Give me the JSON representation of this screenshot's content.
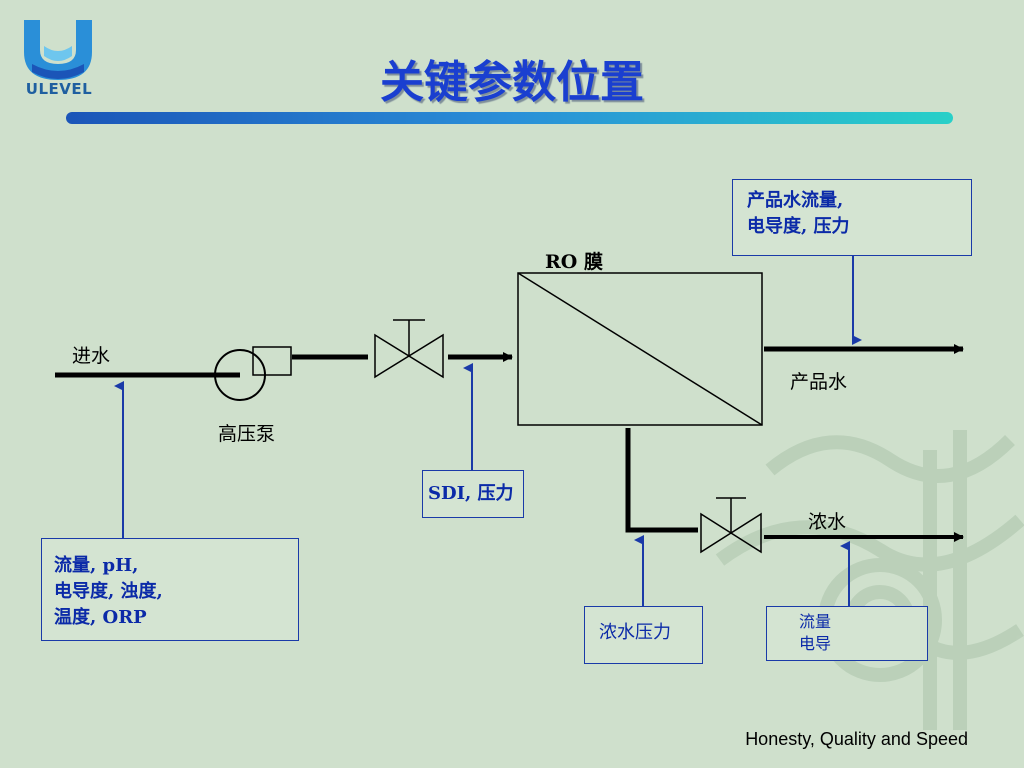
{
  "header": {
    "logo_text": "ULEVEL",
    "title": "关键参数位置"
  },
  "diagram": {
    "labels": {
      "inlet": "进水",
      "pump": "高压泵",
      "membrane": "RO 膜",
      "product": "产品水",
      "concentrate": "浓水"
    },
    "callouts": {
      "inlet_params": [
        "流量, pH,",
        "电导度, 浊度,",
        "温度, ORP"
      ],
      "pre_membrane": [
        "SDI, 压力"
      ],
      "product_params": [
        "产品水流量,",
        "电导度, 压力"
      ],
      "concentrate_pressure": [
        "浓水压力"
      ],
      "concentrate_params": [
        "流量",
        "电导"
      ]
    }
  },
  "footer": {
    "slogan": "Honesty, Quality and Speed"
  },
  "colors": {
    "background": "#cfe0cc",
    "title": "#1a3fd0",
    "callout_text": "#0b2aa8",
    "callout_border": "#1a3aa8",
    "arrow_blue": "#1a3aa8",
    "pipe": "#000000"
  }
}
